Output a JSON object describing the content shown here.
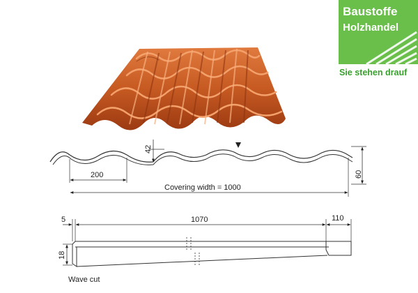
{
  "logo": {
    "line1": "Baustoffe",
    "line2": "Holzhandel",
    "tagline": "Sie stehen drauf",
    "bg_color": "#6abf4b",
    "tagline_color": "#3aa02f"
  },
  "roof_tile": {
    "color": "#c65a22",
    "highlight": "#e8834a",
    "shadow": "#8a3210"
  },
  "profile_diagram": {
    "pitch": "200",
    "height_step": "42",
    "height_total": "60",
    "covering_width": "Covering width = 1000"
  },
  "length_diagram": {
    "start_offset": "5",
    "length": "1070",
    "end_overlap": "110",
    "step_height": "18",
    "wave_cut_label": "Wave cut"
  }
}
